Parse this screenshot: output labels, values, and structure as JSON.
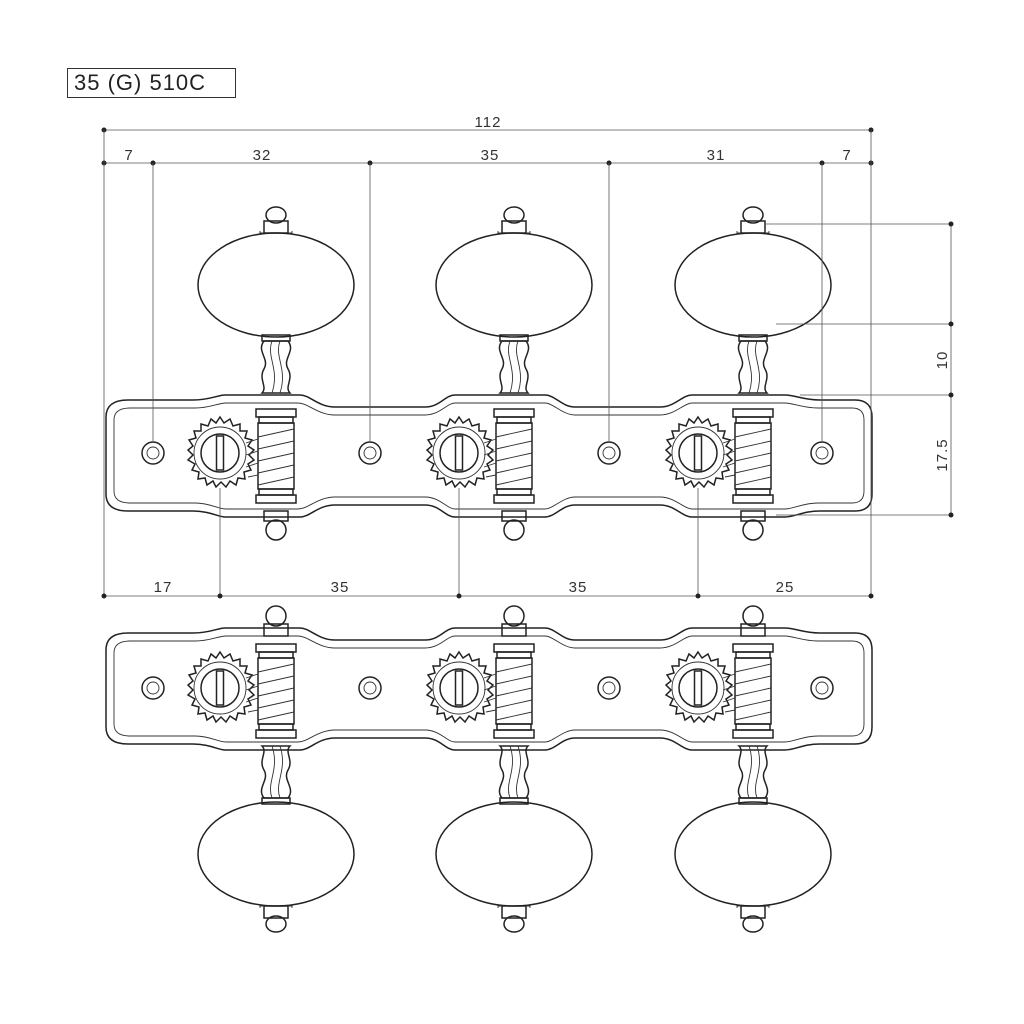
{
  "model_label": "35 (G) 510C",
  "dimensions": {
    "overall": "112",
    "top_segments": [
      "7",
      "32",
      "35",
      "31",
      "7"
    ],
    "bottom_segments": [
      "17",
      "35",
      "35",
      "25"
    ],
    "right_vertical": [
      "10",
      "17.5"
    ]
  }
}
